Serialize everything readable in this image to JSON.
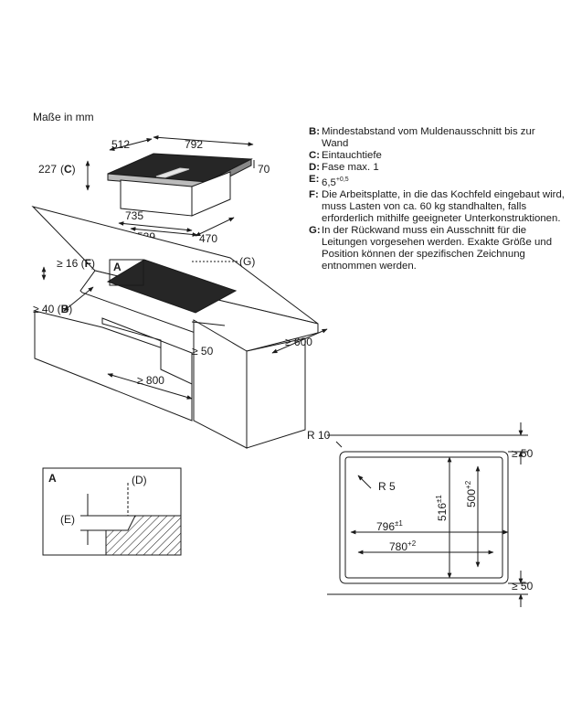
{
  "title": "Maße in mm",
  "legend": [
    {
      "key": "B:",
      "text": "Mindestabstand vom Muldenausschnitt bis zur Wand"
    },
    {
      "key": "C:",
      "text": "Eintauchtiefe"
    },
    {
      "key": "D:",
      "text": "Fase max. 1"
    },
    {
      "key": "E:",
      "text": "6,5",
      "sup": "+0,5"
    },
    {
      "key": "F:",
      "text": "Die Arbeitsplatte, in die das Kochfeld eingebaut wird, muss Lasten von ca. 60 kg standhalten, falls erforderlich mithilfe geeigneter Unterkonstruktionen."
    },
    {
      "key": "G:",
      "text": "In der Rückwand muss ein Ausschnitt für die Leitungen vorgesehen werden. Exakte Größe und Position können der spezifischen Zeichnung entnommen werden."
    }
  ],
  "hob": {
    "depth": "512",
    "width": "792",
    "immersion_depth": "227",
    "immersion_label": "C",
    "height": "70",
    "body_width": "735",
    "body_depth": "539",
    "body_offset": "470"
  },
  "worktop": {
    "f_dim": "≥ 16",
    "f_label": "F",
    "b_dim": "≥ 40",
    "b_label": "B",
    "g_label": "(G)",
    "a_label": "A",
    "dim_50": "≥ 50",
    "dim_800": "≥ 800",
    "dim_600": "≥ 600"
  },
  "detail_a": {
    "label": "A",
    "d_label": "(D)",
    "e_label": "(E)"
  },
  "cutout": {
    "r10": "R 10",
    "r5": "R 5",
    "top_clear": "≥ 50",
    "bottom_clear": "≥ 50",
    "w_outer": "796",
    "w_outer_tol": "±1",
    "w_inner": "780",
    "w_inner_tol": "+2",
    "h_outer": "516",
    "h_outer_tol": "±1",
    "h_inner": "500",
    "h_inner_tol": "+2"
  }
}
